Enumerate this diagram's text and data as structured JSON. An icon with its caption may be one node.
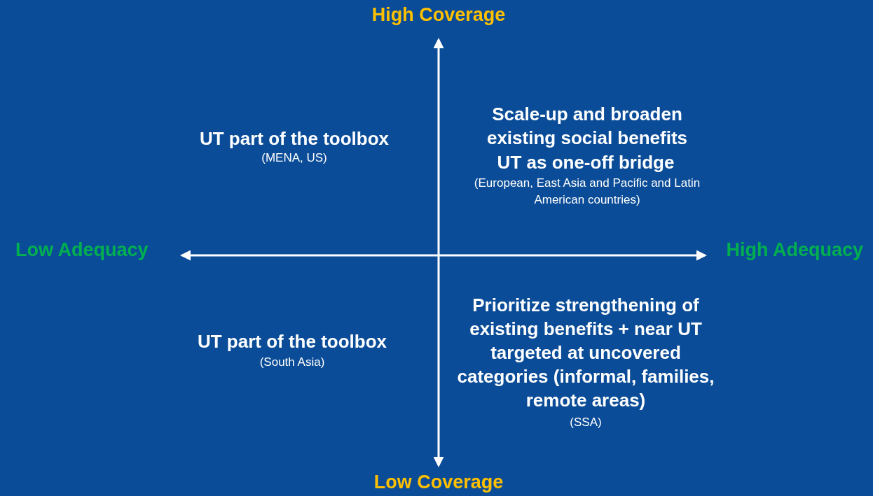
{
  "diagram": {
    "labels": [
      "High Coverage",
      "UT part of the toolbox",
      "(MENA, US)",
      "Scale-up and broaden existing social benefits",
      "UT as one-off bridge",
      "(European, East Asia and Pacific and Latin American countries)",
      "Low Adequacy",
      "High Adequacy",
      "UT part of the toolbox",
      "(South Asia)",
      "Prioritize strengthening of existing benefits + near UT targeted at uncovered categories (informal, families, remote areas)",
      "(SSA)",
      "Low Coverage"
    ]
  }
}
